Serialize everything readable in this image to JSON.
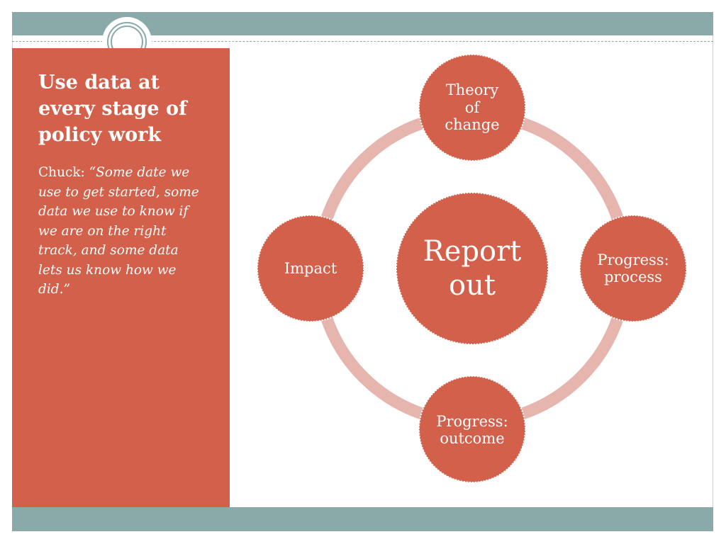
{
  "slide": {
    "title_lines": [
      "Use data at",
      "every stage of",
      "policy work"
    ],
    "quote": {
      "speaker": "Chuck: ",
      "lines": [
        "“Some date we",
        "use to get started, some",
        "data we use to know if",
        "we are on the right",
        "track, and some data",
        "lets us know how we",
        "did.”"
      ]
    }
  },
  "cycle_diagram": {
    "center": {
      "lines": [
        "Report",
        "out"
      ]
    },
    "nodes": [
      {
        "id": "theory-of-change",
        "lines": [
          "Theory",
          "of",
          "change"
        ]
      },
      {
        "id": "progress-process",
        "lines": [
          "Progress:",
          "process"
        ]
      },
      {
        "id": "progress-outcome",
        "lines": [
          "Progress:",
          "outcome"
        ]
      },
      {
        "id": "impact",
        "lines": [
          "Impact"
        ]
      }
    ]
  },
  "colors": {
    "accent_band": "#8aaaaa",
    "panel_fill": "#d2604a",
    "node_fill": "#d2604a",
    "ring": "#e6b5ad",
    "text_on_fill": "#ffffff"
  }
}
